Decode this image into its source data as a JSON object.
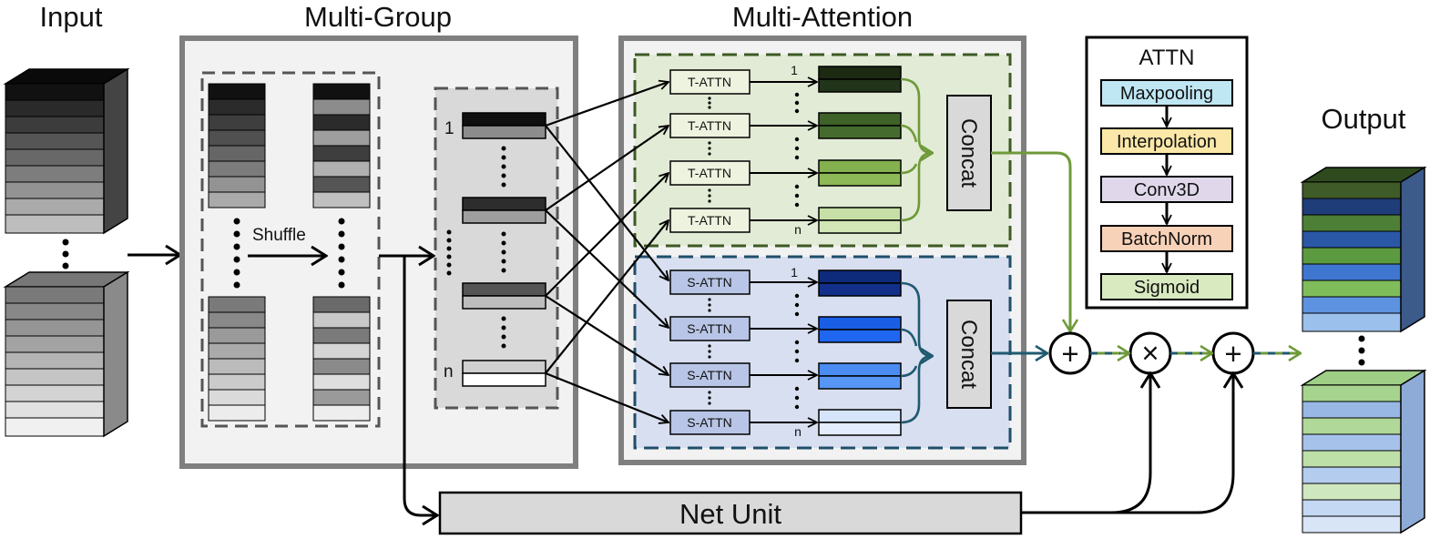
{
  "titles": {
    "input": "Input",
    "multi_group": "Multi-Group",
    "multi_attention": "Multi-Attention",
    "output": "Output"
  },
  "shuffle_label": "Shuffle",
  "group_index_first": "1",
  "group_index_last": "n",
  "t_attn_label": "T-ATTN",
  "s_attn_label": "S-ATTN",
  "concat_label": "Concat",
  "net_unit_label": "Net Unit",
  "attn_legend": {
    "title": "ATTN",
    "steps": [
      {
        "label": "Maxpooling",
        "color": "#bfe6f3"
      },
      {
        "label": "Interpolation",
        "color": "#fbe7a8"
      },
      {
        "label": "Conv3D",
        "color": "#e0d8ea"
      },
      {
        "label": "BatchNorm",
        "color": "#f8d2b8"
      },
      {
        "label": "Sigmoid",
        "color": "#d9eac0"
      }
    ]
  },
  "operators": {
    "add": "+",
    "multiply": "×"
  },
  "colors": {
    "t_branch": "#6f9a3a",
    "s_branch": "#1f5a70",
    "t_panel": "#e2ebd5",
    "s_panel": "#d8dff0"
  }
}
